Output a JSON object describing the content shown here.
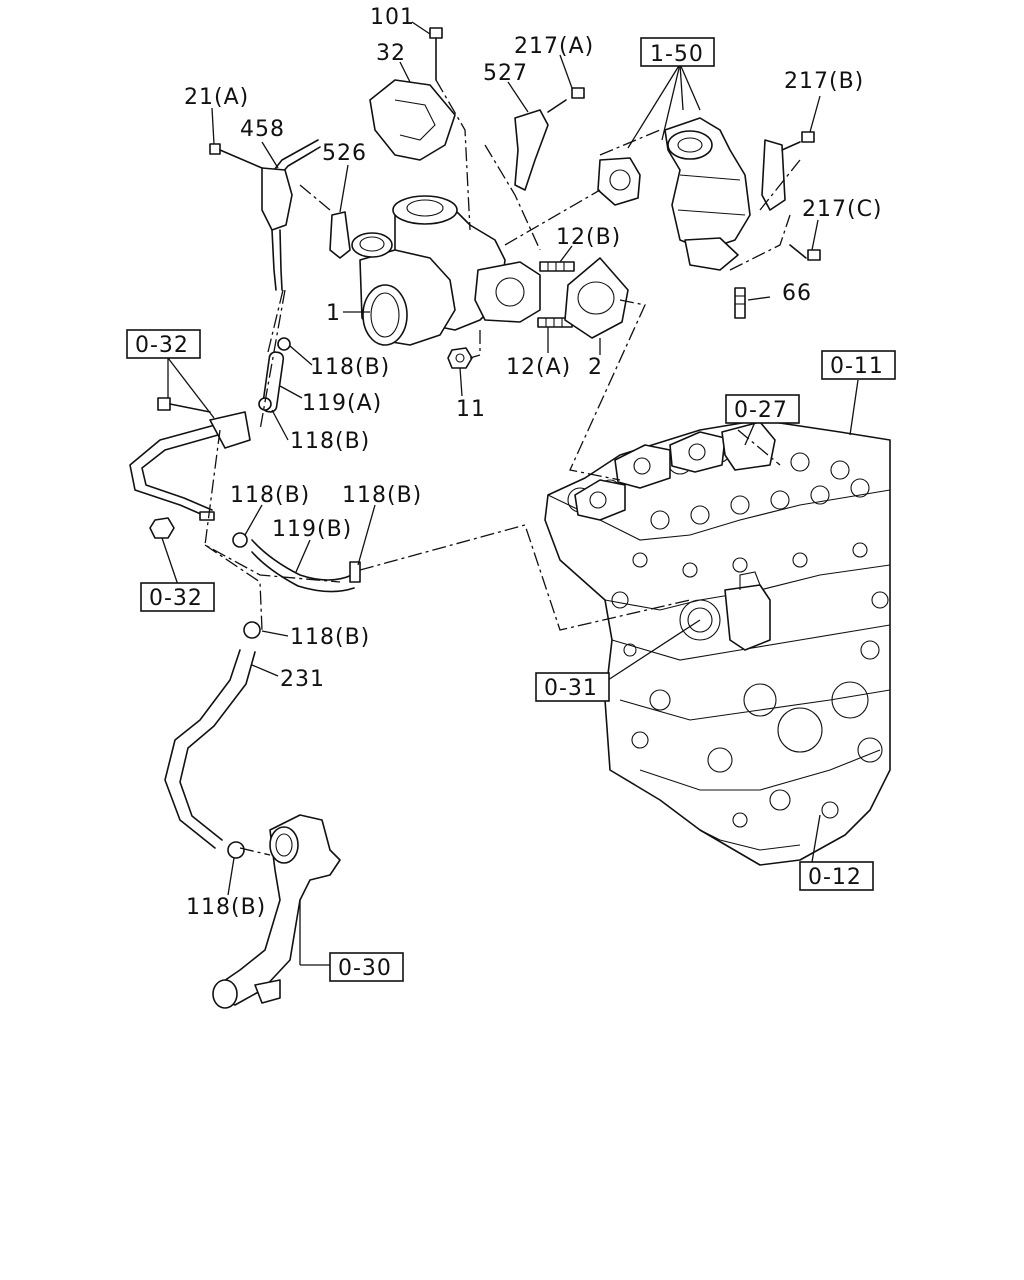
{
  "diagram": {
    "part_labels": [
      {
        "id": "p101",
        "text": "101"
      },
      {
        "id": "p32",
        "text": "32"
      },
      {
        "id": "p217a",
        "text": "217(A)"
      },
      {
        "id": "p527",
        "text": "527"
      },
      {
        "id": "p150",
        "text": "1-50"
      },
      {
        "id": "p217b",
        "text": "217(B)"
      },
      {
        "id": "p21a",
        "text": "21(A)"
      },
      {
        "id": "p458",
        "text": "458"
      },
      {
        "id": "p526",
        "text": "526"
      },
      {
        "id": "p217c",
        "text": "217(C)"
      },
      {
        "id": "p12b",
        "text": "12(B)"
      },
      {
        "id": "p66",
        "text": "66"
      },
      {
        "id": "p1",
        "text": "1"
      },
      {
        "id": "p032a",
        "text": "0-32"
      },
      {
        "id": "p118b1",
        "text": "118(B)"
      },
      {
        "id": "p12a",
        "text": "12(A)"
      },
      {
        "id": "p2",
        "text": "2"
      },
      {
        "id": "p119a",
        "text": "119(A)"
      },
      {
        "id": "p011",
        "text": "0-11"
      },
      {
        "id": "p027",
        "text": "0-27"
      },
      {
        "id": "p11",
        "text": "11"
      },
      {
        "id": "p118b2",
        "text": "118(B)"
      },
      {
        "id": "p118b3",
        "text": "118(B)"
      },
      {
        "id": "p118b4",
        "text": "118(B)"
      },
      {
        "id": "p119b",
        "text": "119(B)"
      },
      {
        "id": "p032b",
        "text": "0-32"
      },
      {
        "id": "p118b5",
        "text": "118(B)"
      },
      {
        "id": "p231",
        "text": "231"
      },
      {
        "id": "p031",
        "text": "0-31"
      },
      {
        "id": "p012",
        "text": "0-12"
      },
      {
        "id": "p118b6",
        "text": "118(B)"
      },
      {
        "id": "p030",
        "text": "0-30"
      }
    ]
  }
}
